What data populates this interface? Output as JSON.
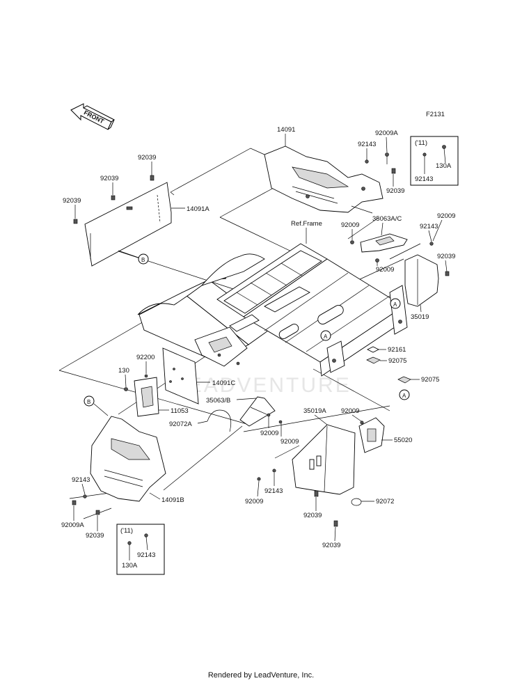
{
  "figure_id": "F2131",
  "front_label": "FRONT",
  "watermark": "LEADVENTURE",
  "footer": "Rendered by LeadVenture, Inc.",
  "ref_frame": "Ref.Frame",
  "callouts": {
    "a1": "A",
    "a2": "A",
    "a3": "A",
    "b1": "B",
    "b2": "B"
  },
  "inset_top": {
    "year": "('11)",
    "p1": "130A",
    "p2": "92143"
  },
  "inset_bottom": {
    "year": "('11)",
    "p1": "92143",
    "p2": "130A"
  },
  "labels": {
    "l14091": "14091",
    "l92009A_t": "92009A",
    "l92143_t": "92143",
    "l92039_t1": "92039",
    "l92039_t2": "92039",
    "l92039_t3": "92039",
    "l92039_r": "92039",
    "l14091A": "14091A",
    "l35063AC": "35063A/C",
    "l92009_m1": "92009",
    "l92009_m2": "92009",
    "l92009_r": "92009",
    "l92143_r": "92143",
    "l92039_r2": "92039",
    "l35019": "35019",
    "l92161": "92161",
    "l92075_1": "92075",
    "l92075_2": "92075",
    "l92200": "92200",
    "l130": "130",
    "l14091C": "14091C",
    "l11053": "11053",
    "l35063B": "35063/B",
    "l92072A": "92072A",
    "l92009_b1": "92009",
    "l92009_b2": "92009",
    "l35019A": "35019A",
    "l92009_b3": "92009",
    "l55020": "55020",
    "l92143_b": "92143",
    "l92009A_b": "92009A",
    "l92039_b1": "92039",
    "l14091B": "14091B",
    "l92009_b4": "92009",
    "l92143_b2": "92143",
    "l92039_b2": "92039",
    "l92072": "92072",
    "l92039_b3": "92039"
  }
}
